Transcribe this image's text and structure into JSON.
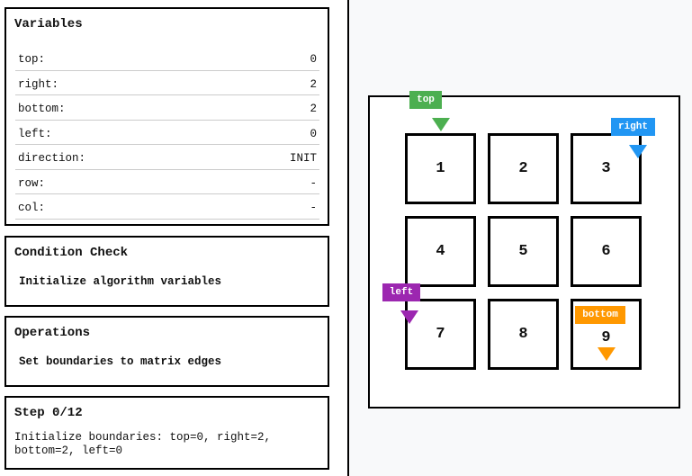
{
  "variables": {
    "title": "Variables",
    "rows": [
      {
        "key": "top:",
        "value": "0"
      },
      {
        "key": "right:",
        "value": "2"
      },
      {
        "key": "bottom:",
        "value": "2"
      },
      {
        "key": "left:",
        "value": "0"
      },
      {
        "key": "direction:",
        "value": "INIT"
      },
      {
        "key": "row:",
        "value": "-"
      },
      {
        "key": "col:",
        "value": "-"
      }
    ]
  },
  "condition": {
    "title": "Condition Check",
    "text": "Initialize algorithm variables"
  },
  "operations": {
    "title": "Operations",
    "text": "Set boundaries to matrix edges"
  },
  "step": {
    "title": "Step 0/12",
    "text": "Initialize boundaries: top=0, right=2, bottom=2, left=0"
  },
  "matrix": {
    "cells": [
      "1",
      "2",
      "3",
      "4",
      "5",
      "6",
      "7",
      "8",
      "9"
    ]
  },
  "markers": {
    "top": {
      "label": "top",
      "color": "#4caf50"
    },
    "right": {
      "label": "right",
      "color": "#2196f3"
    },
    "left": {
      "label": "left",
      "color": "#9c27b0"
    },
    "bottom": {
      "label": "bottom",
      "color": "#ff9800"
    }
  }
}
